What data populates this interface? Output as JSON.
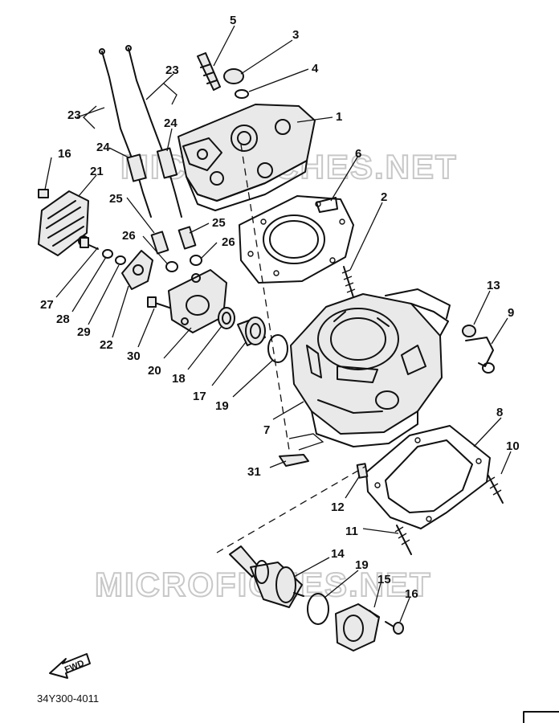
{
  "watermark": {
    "text": "MICROFICHES.NET"
  },
  "doc_code": "34Y300-4011",
  "fwd_label": "FWD",
  "callouts": {
    "c1": "1",
    "c2": "2",
    "c3": "3",
    "c4": "4",
    "c5": "5",
    "c6": "6",
    "c7": "7",
    "c8": "8",
    "c9": "9",
    "c10": "10",
    "c11": "11",
    "c12": "12",
    "c13": "13",
    "c14": "14",
    "c15": "15",
    "c16a": "16",
    "c16b": "16",
    "c17": "17",
    "c18": "18",
    "c19a": "19",
    "c19b": "19",
    "c20": "20",
    "c21": "21",
    "c22": "22",
    "c23a": "23",
    "c23b": "23",
    "c24a": "24",
    "c24b": "24",
    "c25a": "25",
    "c25b": "25",
    "c26a": "26",
    "c26b": "26",
    "c27": "27",
    "c28": "28",
    "c29": "29",
    "c30": "30",
    "c31": "31"
  }
}
